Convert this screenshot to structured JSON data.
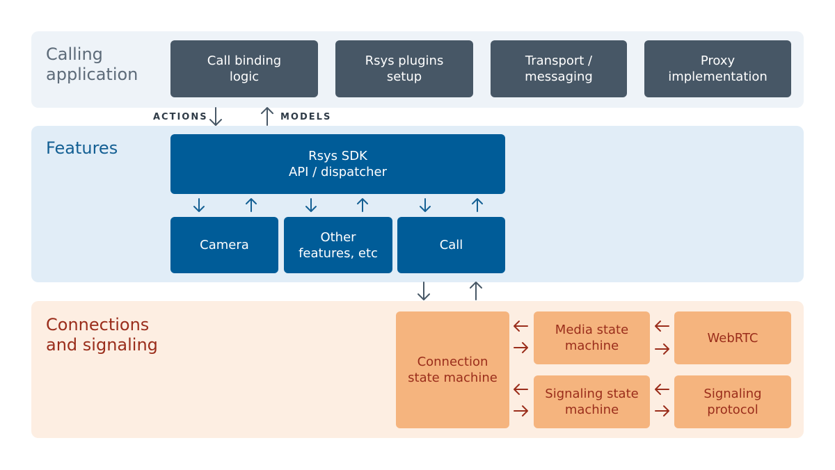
{
  "layers": {
    "calling_application": {
      "title": "Calling\napplication",
      "boxes": {
        "call_binding_logic": "Call binding\nlogic",
        "rsys_plugins_setup": "Rsys plugins\nsetup",
        "transport_messaging": "Transport /\nmessaging",
        "proxy_implementation": "Proxy\nimplementation"
      }
    },
    "features": {
      "title": "Features",
      "boxes": {
        "rsys_sdk": "Rsys SDK\nAPI / dispatcher",
        "camera": "Camera",
        "other_features": "Other\nfeatures, etc",
        "call": "Call"
      }
    },
    "connections": {
      "title": "Connections\nand signaling",
      "boxes": {
        "connection_state_machine": "Connection\nstate machine",
        "media_state_machine": "Media state\nmachine",
        "webrtc": "WebRTC",
        "signaling_state_machine": "Signaling state\nmachine",
        "signaling_protocol": "Signaling\nprotocol"
      }
    }
  },
  "labels": {
    "actions": "ACTIONS",
    "models": "MODELS"
  },
  "colors": {
    "dark_box": "#475766",
    "blue_box": "#005c98",
    "orange_box": "#f5b47e",
    "dark_arrow": "#475766",
    "blue_arrow": "#135f93",
    "red_arrow": "#9a2d1b"
  }
}
